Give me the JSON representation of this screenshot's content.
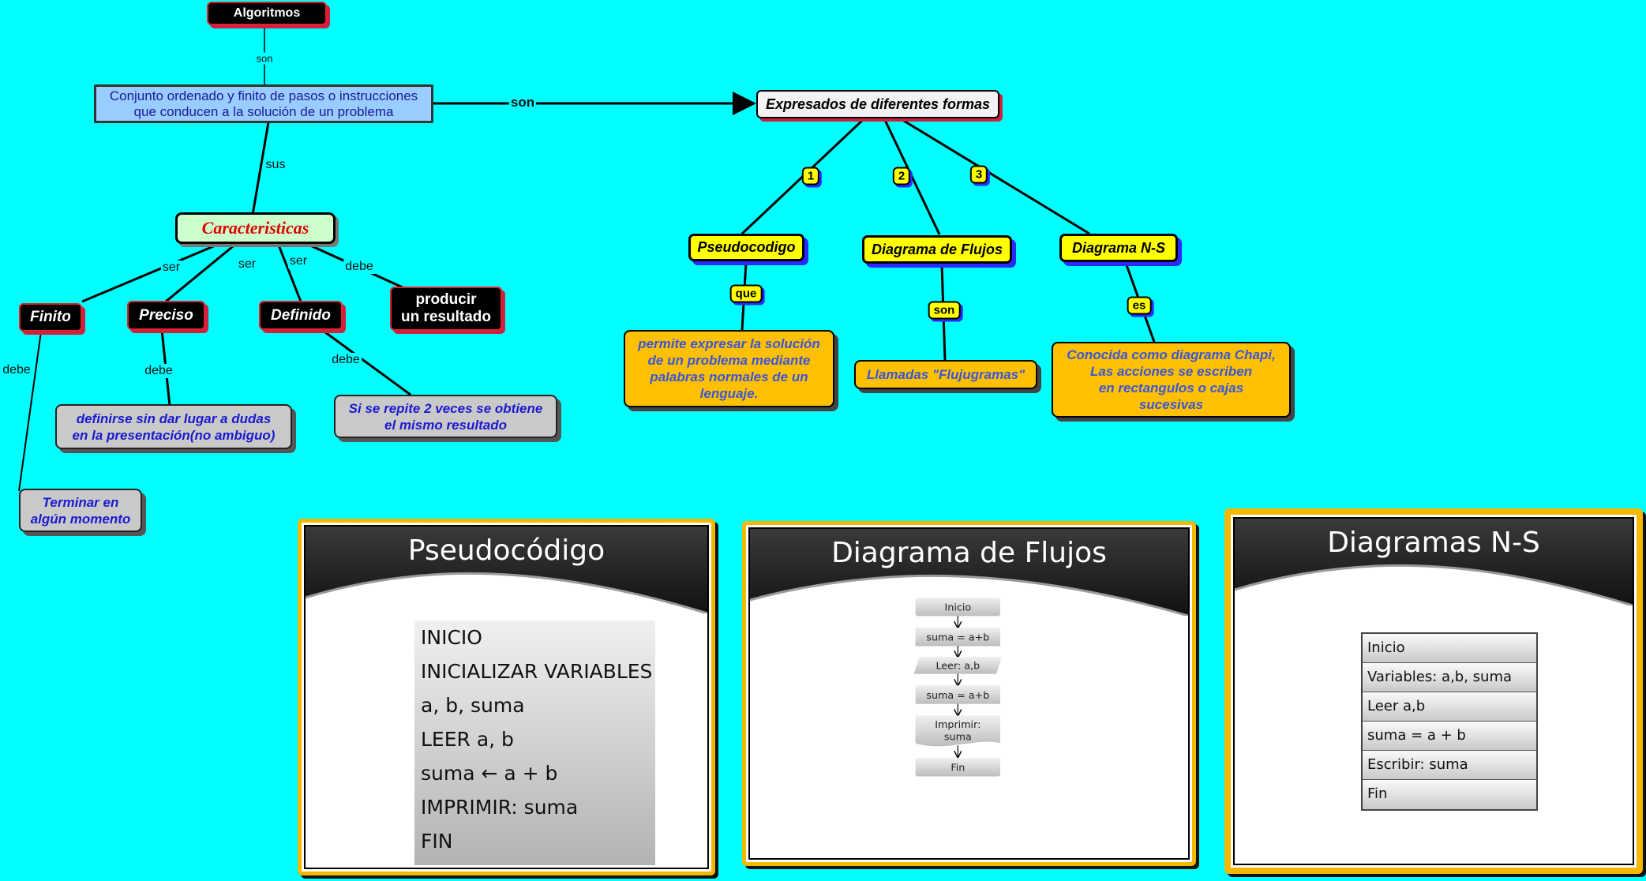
{
  "map": {
    "root": "Algoritmos",
    "definition": "Conjunto ordenado y finito de pasos o instrucciones\nque conducen a la solución de un problema",
    "characteristics": "Caracteristicas",
    "expressed": "Expresados de diferentes formas",
    "finito": "Finito",
    "preciso": "Preciso",
    "definido": "Definido",
    "resultado": "producir\nun resultado",
    "terminar": "Terminar en\nalgún momento",
    "ambiguo": "definirse sin dar lugar a dudas\nen la presentación(no ambiguo)",
    "repite": "Si se repite 2 veces se obtiene\nel mismo resultado",
    "pseudocodigo": "Pseudocodigo",
    "flujos": "Diagrama de Flujos",
    "ns": "Diagrama N-S",
    "pseudo_desc": "permite expresar la solución\nde un problema mediante\npalabras normales de un\nlenguaje.",
    "flujos_desc": "Llamadas \"Flujugramas\"",
    "ns_desc": "Conocida como diagrama Chapi,\nLas acciones se escriben\nen rectangulos o cajas\nsucesivas"
  },
  "links": {
    "son_small": "son",
    "son": "son",
    "sus": "sus",
    "ser1": "ser",
    "ser2": "ser",
    "ser3": "ser",
    "debe_res": "debe",
    "debe_fin": "debe",
    "debe_pre": "debe",
    "debe_def": "debe",
    "n1": "1",
    "n2": "2",
    "n3": "3",
    "que": "que",
    "son_flujo": "son",
    "es": "es"
  },
  "slides": {
    "pseudo": {
      "title": "Pseudocódigo",
      "lines": [
        "INICIO",
        "INICIALIZAR VARIABLES",
        "a, b, suma",
        "LEER  a, b",
        "suma ← a + b",
        "IMPRIMIR: suma",
        "FIN"
      ]
    },
    "flow": {
      "title": "Diagrama de Flujos",
      "steps": [
        "Inicio",
        "suma = a+b",
        "Leer: a,b",
        "suma = a+b",
        "Imprimir:",
        "suma",
        "Fin"
      ]
    },
    "ns": {
      "title": "Diagramas N-S",
      "rows": [
        "Inicio",
        "Variables: a,b, suma",
        "Leer a,b",
        "suma = a + b",
        "Escribir: suma",
        "Fin"
      ]
    }
  },
  "colors": {
    "background": "#00FFFF",
    "slide_border": "#F5B800",
    "yellow": "#FFFF00",
    "gold": "#FFC000"
  }
}
